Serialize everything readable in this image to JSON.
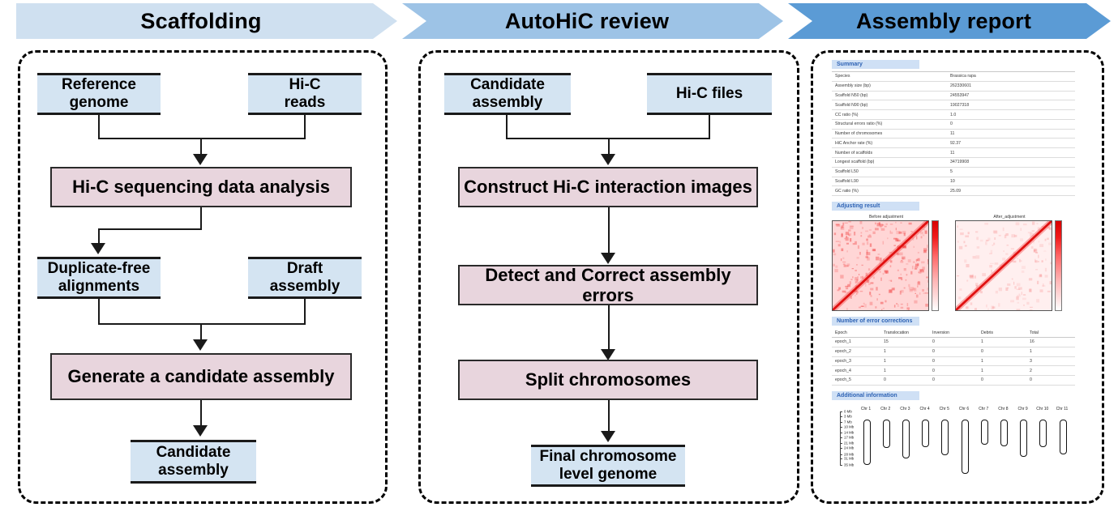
{
  "banners": [
    {
      "label": "Scaffolding",
      "fill": "#cfe0f0"
    },
    {
      "label": "AutoHiC review",
      "fill": "#9dc3e6"
    },
    {
      "label": "Assembly report",
      "fill": "#5b9bd5"
    }
  ],
  "colors": {
    "blue_node": "#d4e4f2",
    "pink_node": "#e8d5dd",
    "report_heading": "#2d62b4",
    "report_heading_bg": "#cfe0f5"
  },
  "scaffolding": {
    "inputs": [
      {
        "label": "Reference\ngenome"
      },
      {
        "label": "Hi-C\nreads"
      }
    ],
    "step1": "Hi-C sequencing  data analysis",
    "mid": [
      {
        "label": "Duplicate-free\nalignments"
      },
      {
        "label": "Draft\nassembly"
      }
    ],
    "step2": "Generate a candidate assembly",
    "output": "Candidate\nassembly"
  },
  "review": {
    "inputs": [
      {
        "label": "Candidate\nassembly"
      },
      {
        "label": "Hi-C files"
      }
    ],
    "step1": "Construct Hi-C interaction images",
    "step2": "Detect and Correct assembly errors",
    "step3": "Split chromosomes",
    "output": "Final chromosome\nlevel genome"
  },
  "report": {
    "summary": {
      "title": "Summary",
      "rows": [
        [
          "Species",
          "Brassica rapa"
        ],
        [
          "Assembly size (bp)",
          "262330601"
        ],
        [
          "Scaffold N50 (bp)",
          "24553947"
        ],
        [
          "Scaffold N90 (bp)",
          "19027318"
        ],
        [
          "CC ratio (%)",
          "1.0"
        ],
        [
          "Structural errors ratio (%)",
          "0"
        ],
        [
          "Number of chromosomes",
          "11"
        ],
        [
          "HiC Anchor rate (%)",
          "92.37"
        ],
        [
          "Number of scaffolds",
          "11"
        ],
        [
          "Longest scaffold (bp)",
          "34719908"
        ],
        [
          "Scaffold L50",
          "5"
        ],
        [
          "Scaffold L90",
          "10"
        ],
        [
          "GC ratio (%)",
          "25.09"
        ]
      ]
    },
    "adjusting": {
      "title": "Adjusting result",
      "panels": [
        {
          "caption": "Before adjustment"
        },
        {
          "caption": "After_adjustment"
        }
      ]
    },
    "corrections": {
      "title": "Number of error corrections",
      "headers": [
        "Epoch",
        "Translocation",
        "Inversion",
        "Debris",
        "Total"
      ],
      "rows": [
        [
          "epoch_1",
          "15",
          "0",
          "1",
          "16"
        ],
        [
          "epoch_2",
          "1",
          "0",
          "0",
          "1"
        ],
        [
          "epoch_3",
          "1",
          "0",
          "1",
          "3"
        ],
        [
          "epoch_4",
          "1",
          "0",
          "1",
          "2"
        ],
        [
          "epoch_5",
          "0",
          "0",
          "0",
          "0"
        ]
      ]
    },
    "additional": {
      "title": "Additional information",
      "axis_ticks": [
        "0 Mb",
        "3 Mb",
        "7 Mb",
        "10 Mb",
        "14 Mb",
        "17 Mb",
        "21 Mb",
        "24 Mb",
        "28 Mb",
        "31 Mb",
        "35 Mb"
      ],
      "chromosomes": [
        {
          "label": "Chr 1",
          "length_mb": 28.5
        },
        {
          "label": "Chr 2",
          "length_mb": 17.5
        },
        {
          "label": "Chr 3",
          "length_mb": 24.5
        },
        {
          "label": "Chr 4",
          "length_mb": 17.0
        },
        {
          "label": "Chr 5",
          "length_mb": 22.5
        },
        {
          "label": "Chr 6",
          "length_mb": 34.7
        },
        {
          "label": "Chr 7",
          "length_mb": 15.5
        },
        {
          "label": "Chr 8",
          "length_mb": 16.5
        },
        {
          "label": "Chr 9",
          "length_mb": 23.5
        },
        {
          "label": "Chr 10",
          "length_mb": 17.0
        },
        {
          "label": "Chr 11",
          "length_mb": 22.0
        }
      ]
    }
  }
}
